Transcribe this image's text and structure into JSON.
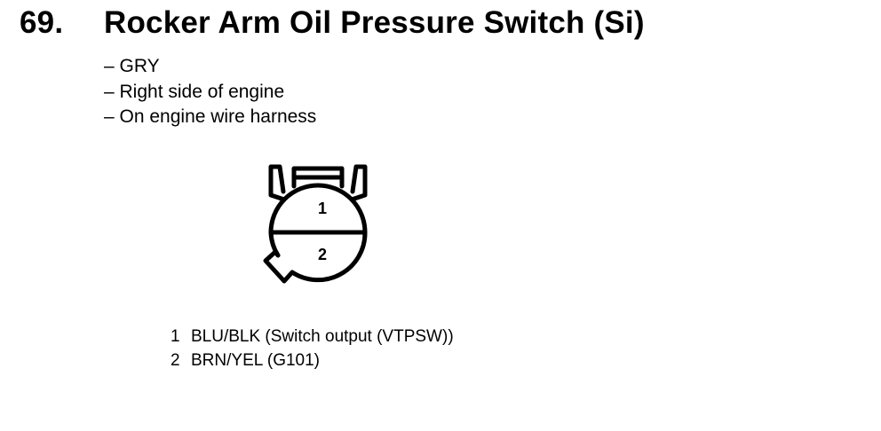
{
  "title": {
    "number": "69.",
    "text": "Rocker Arm Oil Pressure Switch (Si)"
  },
  "notes": [
    "– GRY",
    "– Right side of engine",
    "– On engine wire harness"
  ],
  "connector": {
    "cavity_labels": [
      "1",
      "2"
    ]
  },
  "pinout": [
    {
      "pin": "1",
      "desc": "BLU/BLK (Switch output (VTPSW))"
    },
    {
      "pin": "2",
      "desc": "BRN/YEL (G101)"
    }
  ]
}
